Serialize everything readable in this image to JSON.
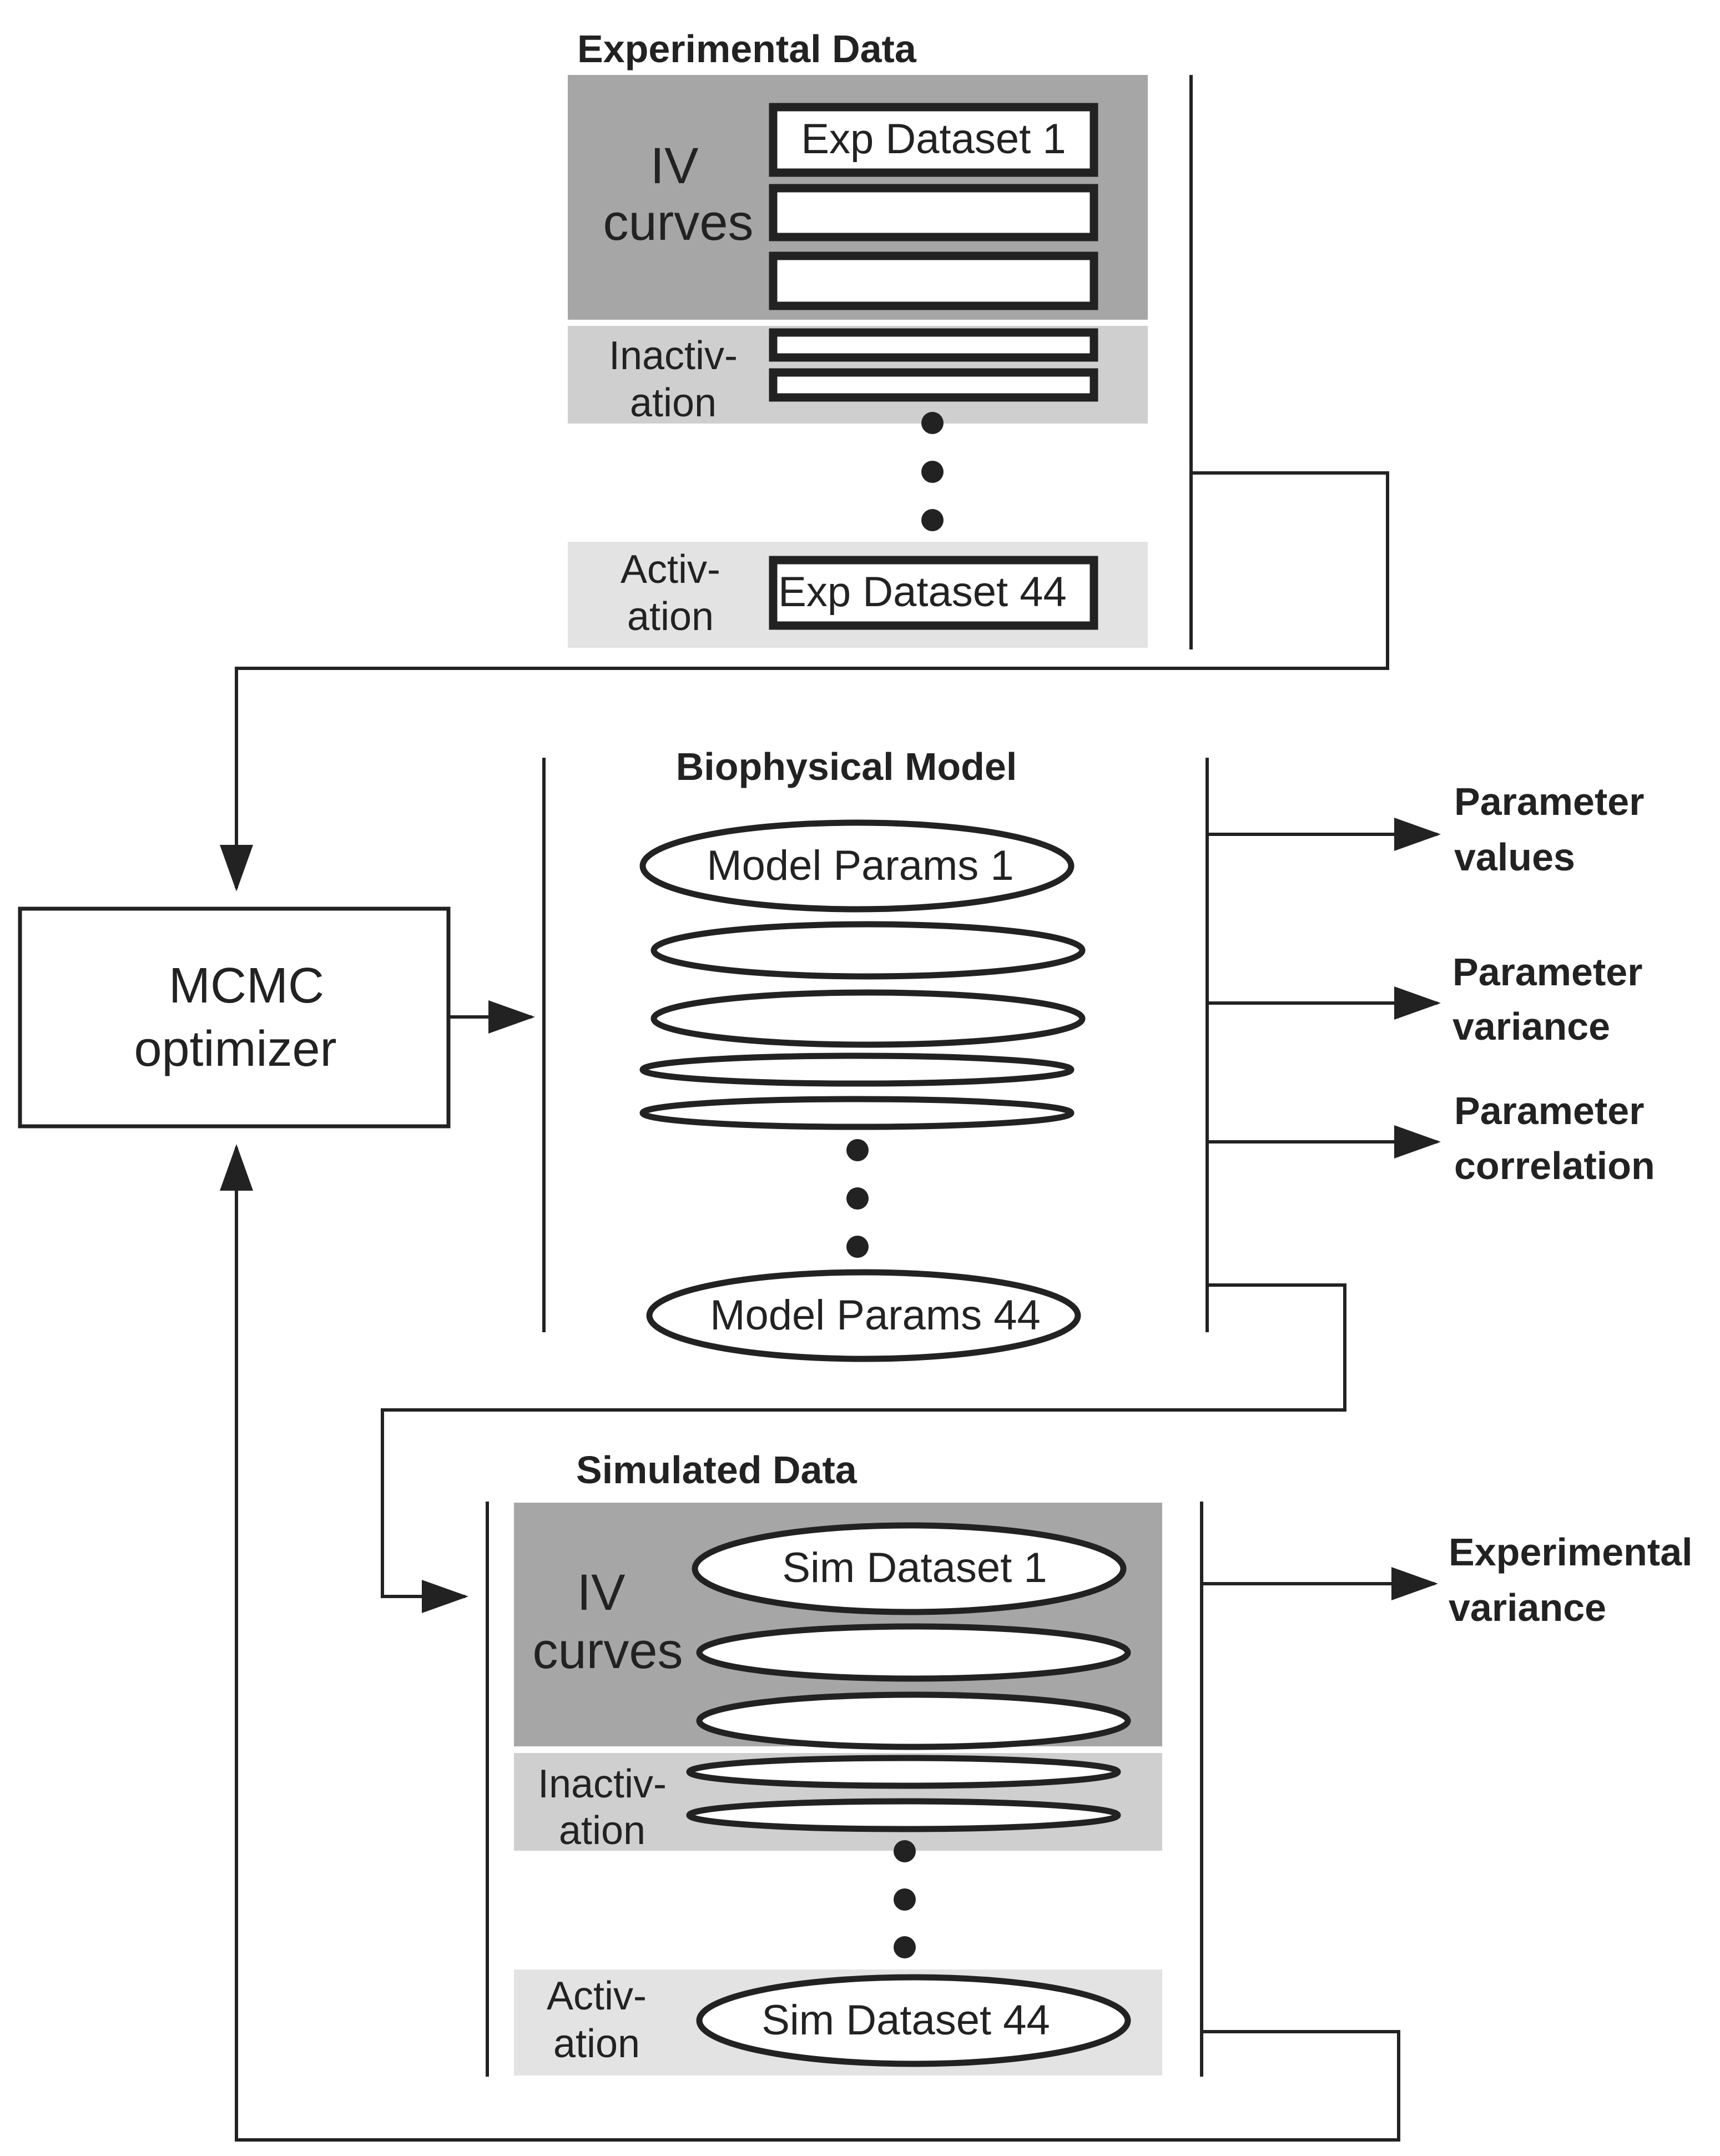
{
  "experimental": {
    "title": "Experimental Data",
    "iv_line1": "IV",
    "iv_line2": "curves",
    "inact_line1": "Inactiv-",
    "inact_line2": "ation",
    "act_line1": "Activ-",
    "act_line2": "ation",
    "first_dataset": "Exp Dataset 1",
    "last_dataset": "Exp Dataset 44"
  },
  "optimizer": {
    "line1": "MCMC",
    "line2": "optimizer"
  },
  "model": {
    "title": "Biophysical Model",
    "first_params": "Model Params 1",
    "last_params": "Model Params 44"
  },
  "outputs": {
    "values_line1": "Parameter",
    "values_line2": "values",
    "variance_line1": "Parameter",
    "variance_line2": "variance",
    "correlation_line1": "Parameter",
    "correlation_line2": "correlation",
    "exp_variance_line1": "Experimental",
    "exp_variance_line2": "variance"
  },
  "simulated": {
    "title": "Simulated Data",
    "iv_line1": "IV",
    "iv_line2": "curves",
    "inact_line1": "Inactiv-",
    "inact_line2": "ation",
    "act_line1": "Activ-",
    "act_line2": "ation",
    "first_dataset": "Sim Dataset 1",
    "last_dataset": "Sim Dataset 44"
  },
  "colors": {
    "iv_band": "#a6a6a6",
    "inactivation_band": "#cfcfcf",
    "activation_band": "#e3e3e3",
    "stroke": "#222222"
  }
}
